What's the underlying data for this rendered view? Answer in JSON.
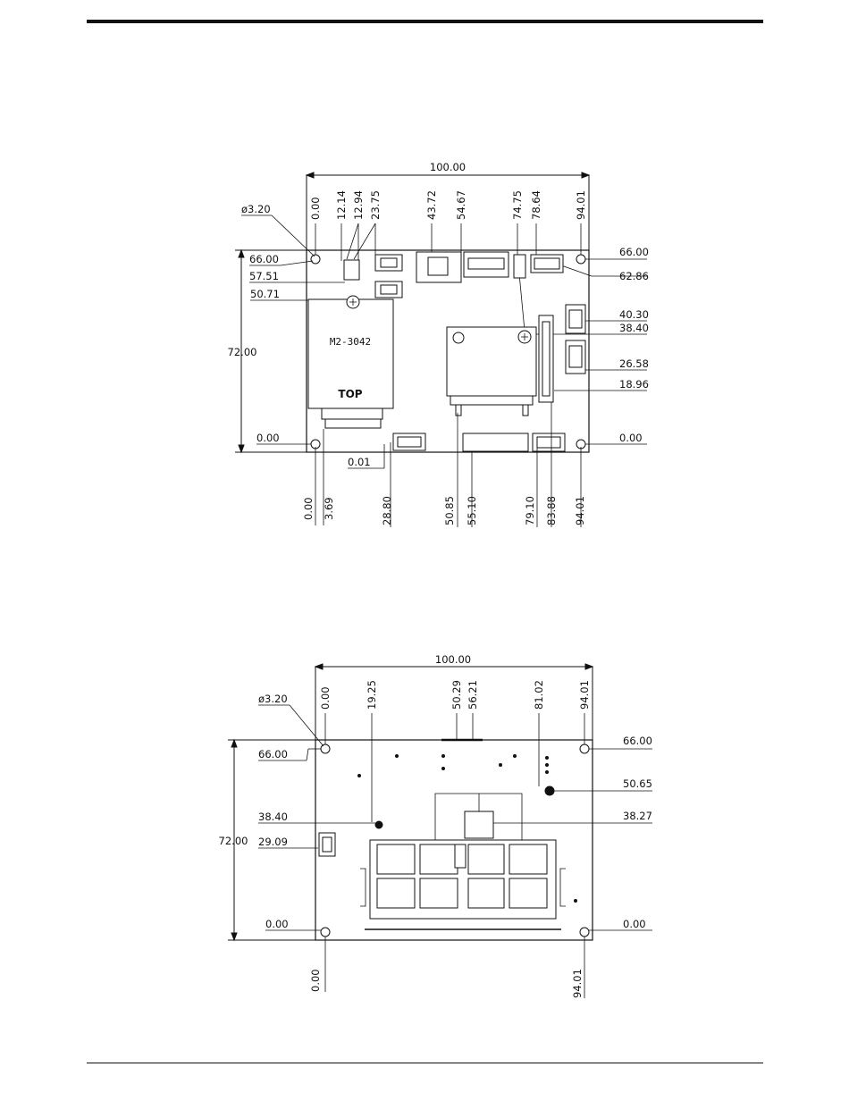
{
  "top_view": {
    "width_dim": "100.00",
    "height_dim": "72.00",
    "hole_dim": "ø3.20",
    "m2_label": "M2-3042",
    "top_label": "TOP",
    "top_x": [
      "0.00",
      "12.14",
      "12.94",
      "23.75",
      "43.72",
      "54.67",
      "74.75",
      "78.64",
      "94.01"
    ],
    "left_y": [
      "66.00",
      "57.51",
      "50.71",
      "0.00"
    ],
    "right_y": [
      "66.00",
      "62.86",
      "40.30",
      "38.40",
      "26.58",
      "18.96",
      "0.00"
    ],
    "bottom_x": [
      "0.00",
      "3.69",
      "28.80",
      "50.85",
      "55.10",
      "79.10",
      "83.88",
      "94.01"
    ],
    "inner": "0.01"
  },
  "bottom_view": {
    "width_dim": "100.00",
    "height_dim": "72.00",
    "hole_dim": "ø3.20",
    "top_x": [
      "0.00",
      "19.25",
      "50.29",
      "56.21",
      "81.02",
      "94.01"
    ],
    "left_y": [
      "66.00",
      "38.40",
      "29.09",
      "0.00"
    ],
    "right_y": [
      "66.00",
      "50.65",
      "38.27",
      "0.00"
    ],
    "bottom_x": [
      "0.00",
      "94.01"
    ]
  }
}
